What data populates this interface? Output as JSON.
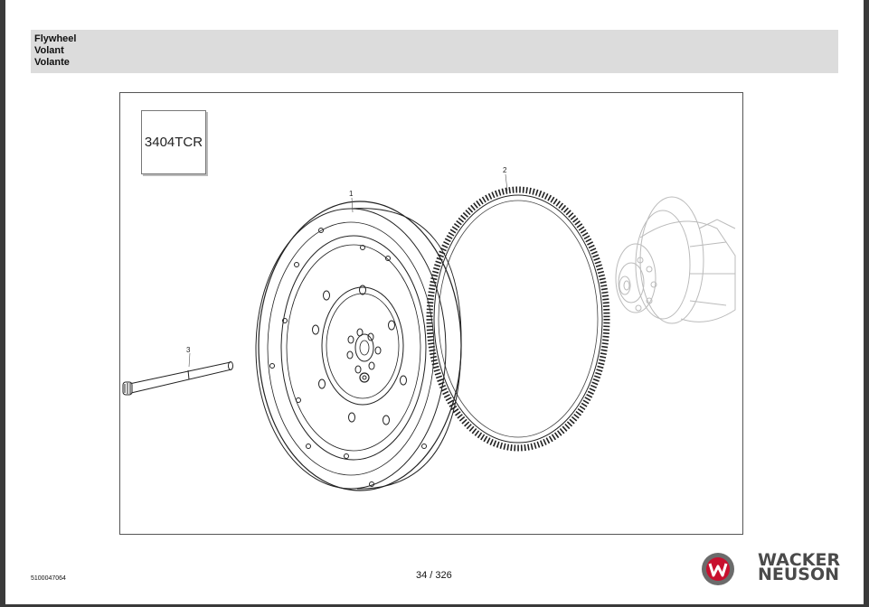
{
  "header": {
    "line1": "Flywheel",
    "line2": "Volant",
    "line3": "Volante"
  },
  "figure": {
    "model_code": "3404TCR",
    "labels": [
      "1",
      "2",
      "3"
    ]
  },
  "footer": {
    "doc_number": "5100047064",
    "page": "34 / 326",
    "brand_line1": "WACKER",
    "brand_line2": "NEUSON"
  },
  "colors": {
    "header_background": "#dcdcdc",
    "brand_red": "#c8102e",
    "brand_gray": "#4a4a4a"
  }
}
